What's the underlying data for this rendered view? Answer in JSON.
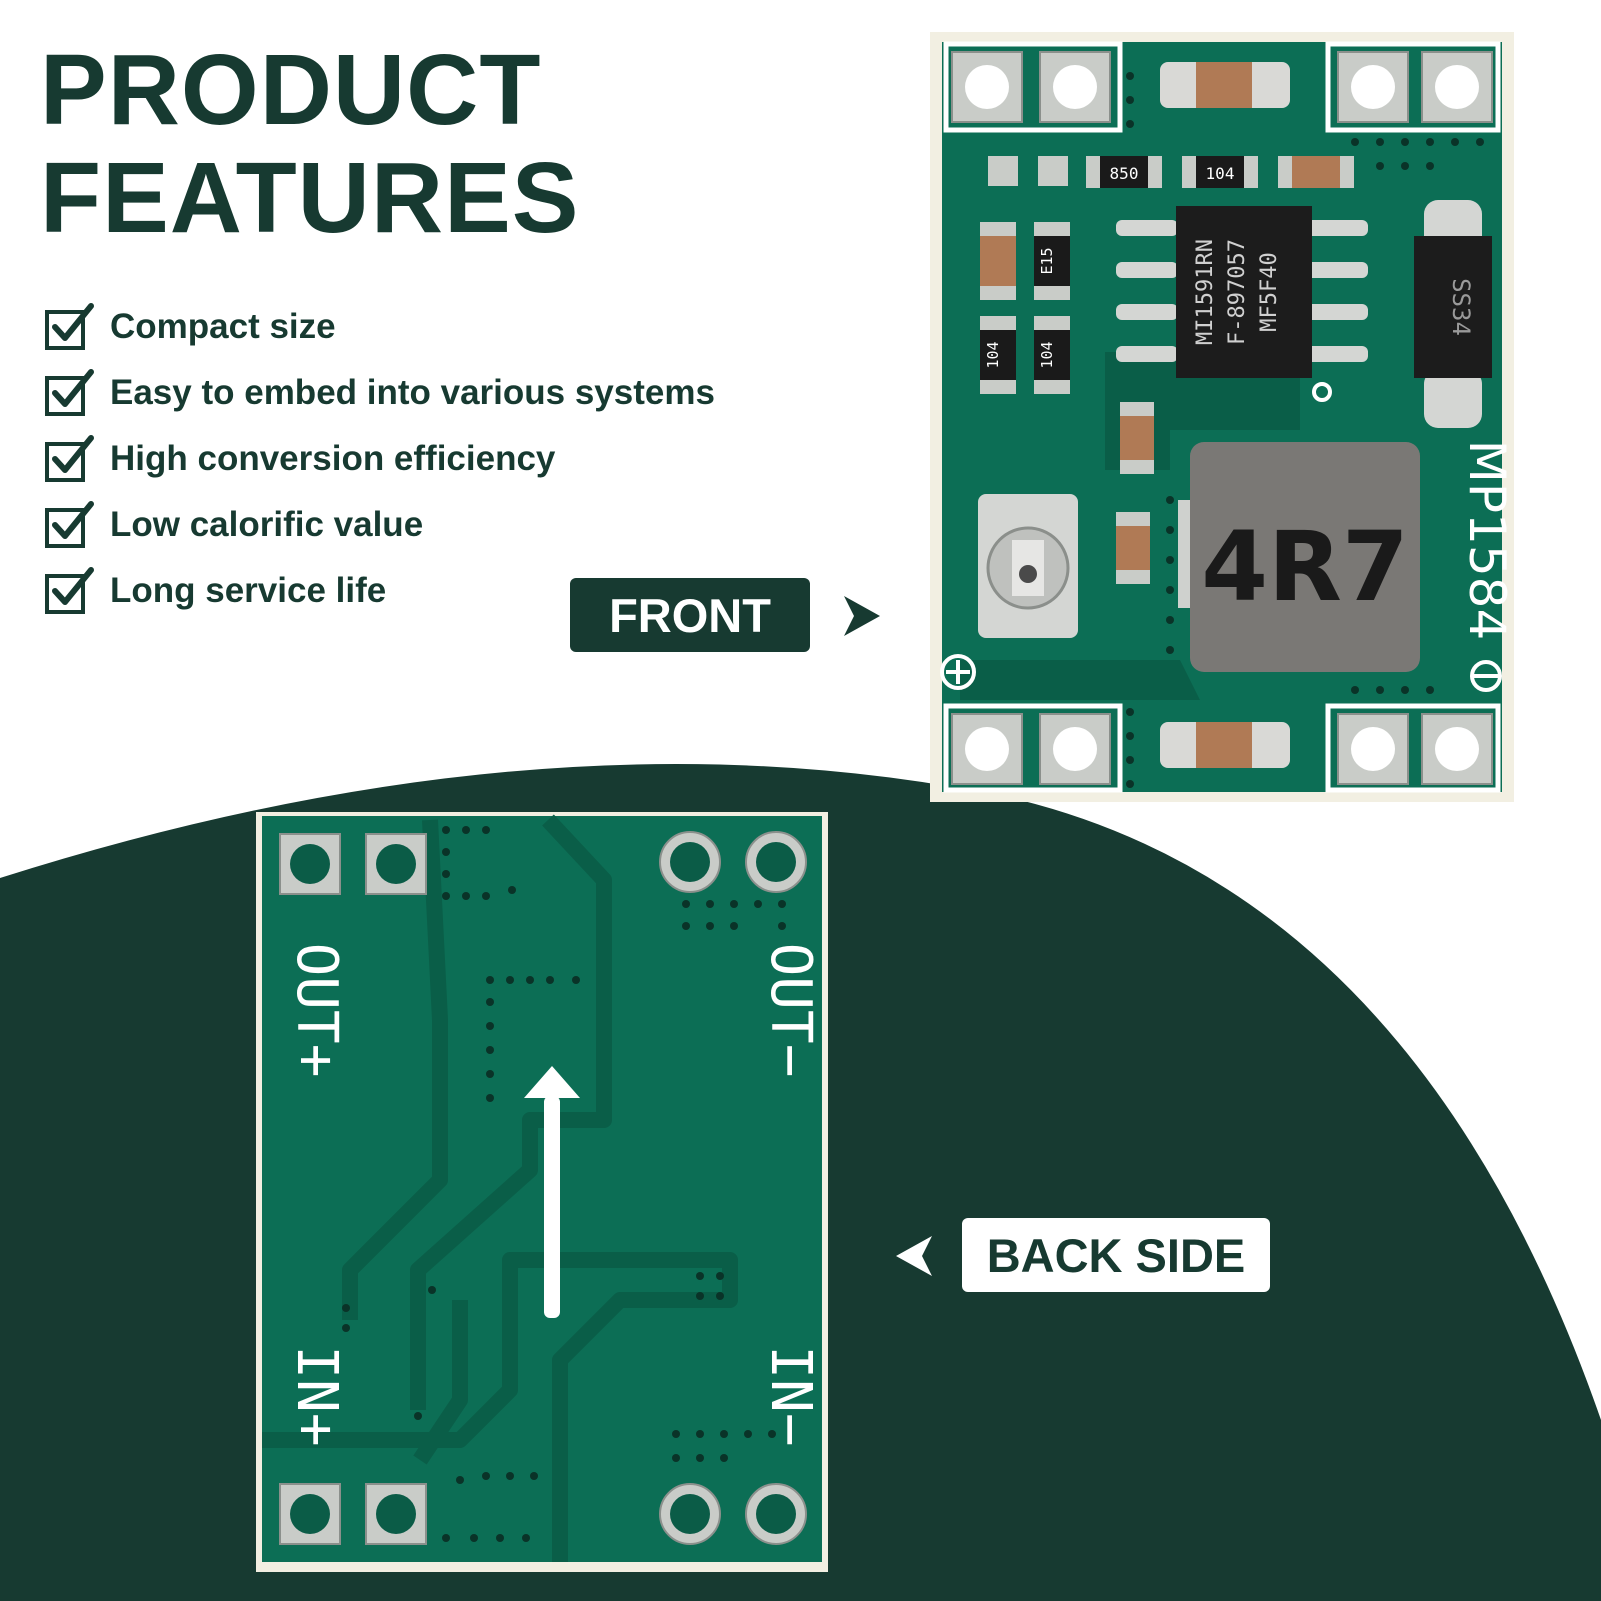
{
  "heading": {
    "line1": "PRODUCT",
    "line2": "FEATURES"
  },
  "features": [
    {
      "label": "Compact size"
    },
    {
      "label": "Easy to embed into various systems"
    },
    {
      "label": "High conversion efficiency"
    },
    {
      "label": "Low calorific value"
    },
    {
      "label": "Long service life"
    }
  ],
  "front_label": "FRONT",
  "back_label": "BACK SIDE",
  "front_board": {
    "chip_text": [
      "MI1591RN",
      "F-897057",
      "MF5F40"
    ],
    "inductor_text": "4R7",
    "model_text": "MP1584",
    "diode_text": "SS34",
    "resistor_codes": [
      "850",
      "104",
      "E15",
      "104",
      "104"
    ]
  },
  "back_board": {
    "out_plus": "OUT+",
    "out_minus": "OUT−",
    "in_plus": "IN+",
    "in_minus": "IN−"
  },
  "colors": {
    "dark_green": "#173a31",
    "pcb_green": "#0c6e55",
    "pcb_trace": "#0a5e48",
    "silkscreen": "#ffffff"
  }
}
